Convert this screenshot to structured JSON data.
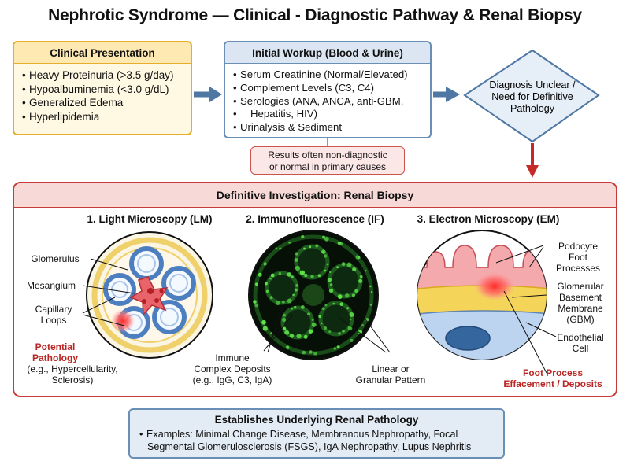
{
  "title": "Nephrotic Syndrome — Clinical - Diagnostic Pathway & Renal Biopsy",
  "clinical": {
    "header": "Clinical Presentation",
    "items": [
      "Heavy Proteinuria (>3.5 g/day)",
      "Hypoalbuminemia (<3.0 g/dL)",
      "Generalized Edema",
      "Hyperlipidemia"
    ]
  },
  "workup": {
    "header": "Initial Workup (Blood & Urine)",
    "items": [
      "Serum Creatinine (Normal/Elevated)",
      "Complement Levels (C3, C4)",
      "Serologies (ANA, ANCA, anti-GBM,",
      "Hepatitis, HIV)",
      "Urinalysis & Sediment"
    ]
  },
  "note": {
    "line1": "Results often non-diagnostic",
    "line2": "or normal in primary causes"
  },
  "diamond": {
    "line1": "Diagnosis Unclear /",
    "line2": "Need for Definitive",
    "line3": "Pathology"
  },
  "biopsy": {
    "header": "Definitive Investigation: Renal Biopsy",
    "lm": {
      "title": "1. Light Microscopy (LM)",
      "glomerulus": "Glomerulus",
      "mesangium": "Mesangium",
      "capillary1": "Capillary",
      "capillary2": "Loops",
      "pathology1": "Potential",
      "pathology2": "Pathology",
      "example1": "(e.g., Hypercellularity,",
      "example2": "Sclerosis)"
    },
    "if": {
      "title": "2. Immunofluorescence (IF)",
      "immune1": "Immune",
      "immune2": "Complex Deposits",
      "immune3": "(e.g., IgG, C3, IgA)",
      "pattern1": "Linear or",
      "pattern2": "Granular Pattern"
    },
    "em": {
      "title": "3. Electron Microscopy (EM)",
      "podocyte1": "Podocyte",
      "podocyte2": "Foot",
      "podocyte3": "Processes",
      "gbm1": "Glomerular",
      "gbm2": "Basement",
      "gbm3": "Membrane",
      "gbm4": "(GBM)",
      "endo1": "Endothelial",
      "endo2": "Cell",
      "effacement1": "Foot Process",
      "effacement2": "Effacement / Deposits"
    }
  },
  "establish": {
    "header": "Establishes Underlying Renal Pathology",
    "line1": "Examples: Minimal Change Disease, Membranous Nephropathy, Focal",
    "line2": "Segmental Glomerulosclerosis (FSGS), IgA Nephropathy, Lupus Nephritis"
  }
}
